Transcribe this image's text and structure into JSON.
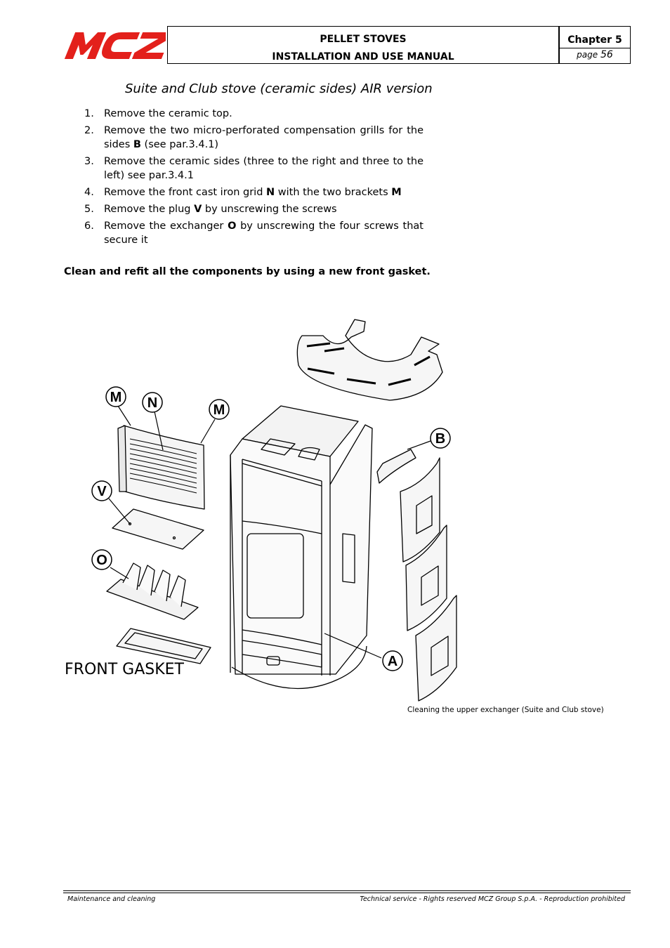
{
  "header": {
    "logo_text": "MCZ",
    "title_line1": "PELLET STOVES",
    "title_line2": "INSTALLATION AND USE MANUAL",
    "chapter": "Chapter 5",
    "page_label": "page",
    "page_number": "56",
    "logo_color": "#e3201b"
  },
  "section_title": "Suite and Club stove (ceramic sides) AIR version",
  "steps": [
    {
      "n": "1.",
      "parts": [
        {
          "t": "Remove the ceramic top."
        }
      ]
    },
    {
      "n": "2.",
      "parts": [
        {
          "t": "Remove the two micro-perforated compensation grills for the sides "
        },
        {
          "t": "B",
          "b": true
        },
        {
          "t": " (see par.3.4.1)"
        }
      ]
    },
    {
      "n": "3.",
      "parts": [
        {
          "t": "Remove the ceramic sides (three to the right and three to the left) see par.3.4.1"
        }
      ]
    },
    {
      "n": "4.",
      "parts": [
        {
          "t": "Remove the front cast iron grid "
        },
        {
          "t": "N",
          "b": true
        },
        {
          "t": " with the two brackets "
        },
        {
          "t": "M",
          "b": true
        }
      ]
    },
    {
      "n": "5.",
      "parts": [
        {
          "t": "Remove the plug "
        },
        {
          "t": "V",
          "b": true
        },
        {
          "t": " by unscrewing the screws"
        }
      ]
    },
    {
      "n": "6.",
      "parts": [
        {
          "t": "Remove the exchanger "
        },
        {
          "t": "O",
          "b": true
        },
        {
          "t": " by unscrewing the four screws that secure it"
        }
      ]
    }
  ],
  "note": "Clean and refit all the components by using a new front gasket.",
  "diagram": {
    "labels": {
      "m1": "M",
      "n": "N",
      "m2": "M",
      "v": "V",
      "o": "O",
      "b": "B",
      "a": "A"
    },
    "front_gasket": "FRONT GASKET",
    "caption": "Cleaning the upper exchanger (Suite and Club stove)"
  },
  "footer": {
    "left": "Maintenance and cleaning",
    "right": "Technical service - Rights reserved MCZ Group S.p.A. - Reproduction prohibited"
  }
}
